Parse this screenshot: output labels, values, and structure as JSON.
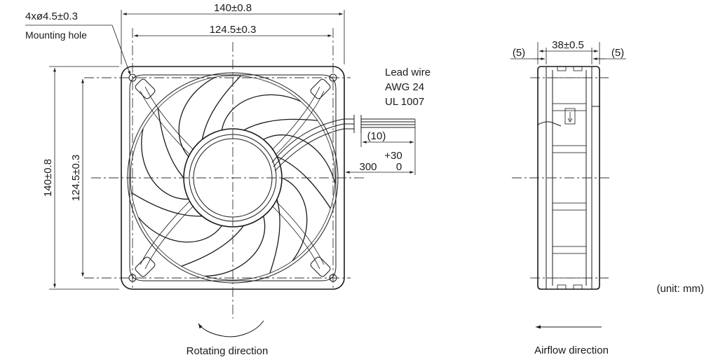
{
  "front_view": {
    "hole_spec": "4xø4.5±0.3",
    "hole_label": "Mounting hole",
    "width_overall": "140±0.8",
    "width_hole_pitch": "124.5±0.3",
    "height_overall": "140±0.8",
    "height_hole_pitch": "124.5±0.3",
    "lead_wire_lines": [
      "Lead wire",
      "AWG 24",
      "UL 1007"
    ],
    "strip_length": "(10)",
    "lead_tolerance_plus": "+30",
    "lead_tolerance_zero": "0",
    "lead_length": "300",
    "rotation_label": "Rotating direction"
  },
  "side_view": {
    "depth": "38±0.5",
    "left_offset": "(5)",
    "right_offset": "(5)",
    "airflow_label": "Airflow direction"
  },
  "unit_note": "(unit: mm)"
}
